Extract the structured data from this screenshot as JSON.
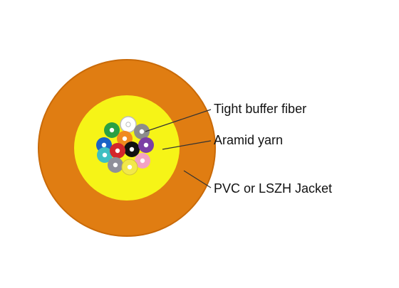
{
  "labels": {
    "tight_buffer_fiber": "Tight buffer fiber",
    "aramid_yarn": "Aramid yarn",
    "jacket": "PVC or LSZH Jacket"
  },
  "colors": {
    "jacket": "#e07d12",
    "jacket_edge": "#c96a08",
    "yarn": "#f6f417",
    "leader_line": "#333333",
    "fibers": {
      "white": "#ffffff",
      "green": "#2aa043",
      "blue": "#1a63c6",
      "orange": "#f08a1e",
      "gray": "#8c8c8c",
      "black": "#111111",
      "violet": "#7b3fa5",
      "aqua": "#3fbfc2",
      "red": "#d3262b",
      "rose": "#f3a2c3",
      "slate": "#8f8f9a",
      "yellow": "#f2e84a"
    }
  }
}
